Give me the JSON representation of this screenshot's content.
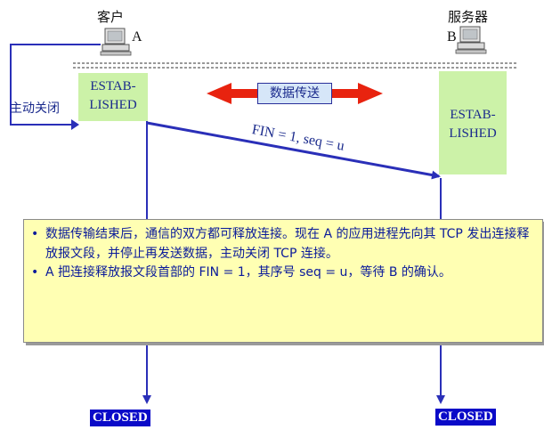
{
  "hosts": {
    "client": {
      "title": "客户",
      "letter": "A",
      "state": [
        "ESTAB-",
        "LISHED"
      ],
      "final_state": "CLOSED"
    },
    "server": {
      "title": "服务器",
      "letter": "B",
      "state": [
        "ESTAB-",
        "LISHED"
      ],
      "final_state": "CLOSED"
    }
  },
  "active_close_label": "主动关闭",
  "data_transfer_label": "数据传送",
  "segment_label": "FIN = 1, seq = u",
  "notes": [
    "数据传输结束后，通信的双方都可释放连接。现在 A 的应用进程先向其 TCP 发出连接释放报文段，并停止再发送数据，主动关闭 TCP 连接。",
    "A 把连接释放报文段首部的 FIN = 1，其序号 seq = u，等待 B 的确认。"
  ],
  "bullet_char": "•",
  "colors": {
    "line": "#2a2fb8",
    "state_fill": "#ccf2a8",
    "arrow_red": "#e8230f",
    "note_fill": "#ffffb3",
    "closed_fill": "#0a0ac8"
  }
}
